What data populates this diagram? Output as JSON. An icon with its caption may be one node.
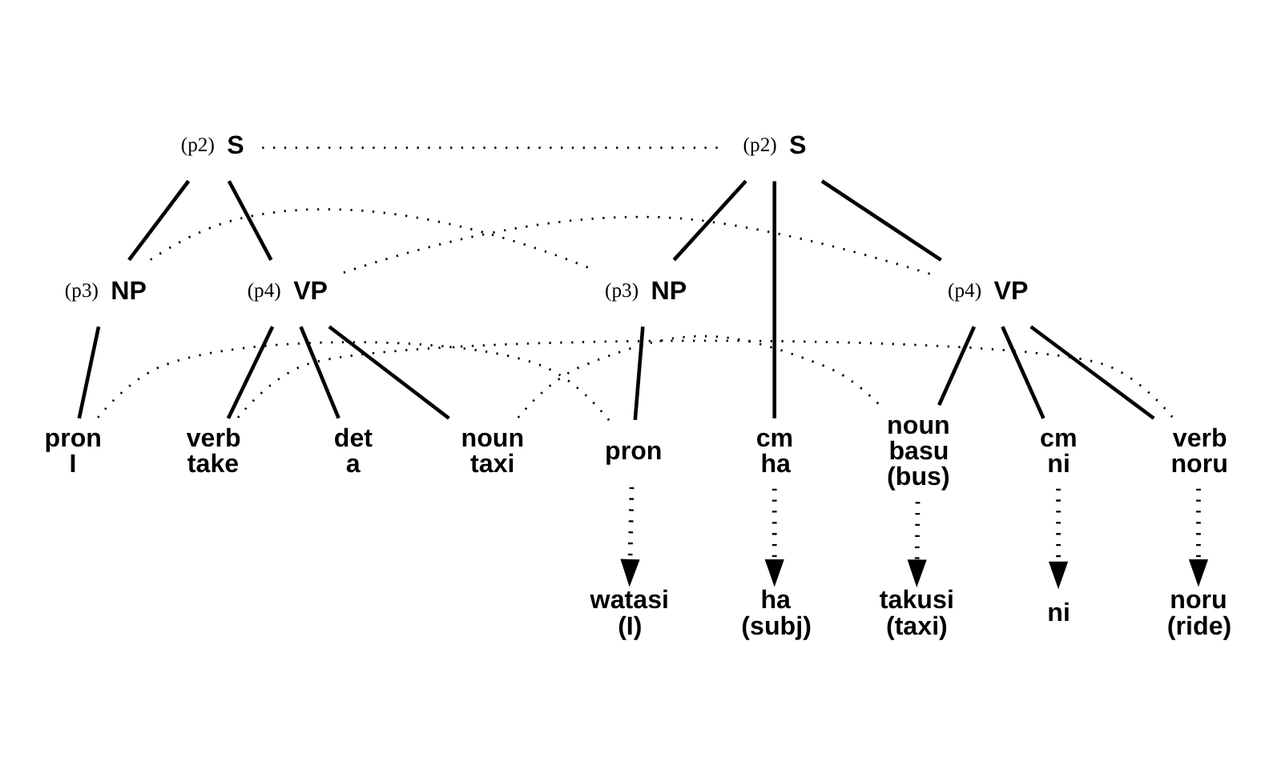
{
  "diagram": {
    "nodes": [
      {
        "text": [
          "S"
        ],
        "beside": [
          "(p2)"
        ]
      },
      {
        "text": [
          "NP"
        ],
        "beside": [
          "(p3)"
        ]
      },
      {
        "text": [
          "VP"
        ],
        "beside": [
          "(p4)"
        ]
      },
      {
        "text": [
          "pron",
          "I"
        ]
      },
      {
        "text": [
          "verb",
          "take"
        ]
      },
      {
        "text": [
          "det",
          "a"
        ]
      },
      {
        "text": [
          "noun",
          "taxi"
        ]
      },
      {
        "text": [
          "S"
        ],
        "beside": [
          "(p2)"
        ]
      },
      {
        "text": [
          "NP"
        ],
        "beside": [
          "(p3)"
        ]
      },
      {
        "text": [
          "VP"
        ],
        "beside": [
          "(p4)"
        ]
      },
      {
        "text": [
          "pron"
        ]
      },
      {
        "text": [
          "cm",
          "ha"
        ]
      },
      {
        "text": [
          "noun",
          "basu",
          "(bus)"
        ]
      },
      {
        "text": [
          "cm",
          "ni"
        ]
      },
      {
        "text": [
          "verb",
          "noru"
        ]
      },
      {
        "text": [
          "watasi",
          "(I)"
        ]
      },
      {
        "text": [
          "ha",
          "(subj)"
        ]
      },
      {
        "text": [
          "takusi",
          "(taxi)"
        ]
      },
      {
        "text": [
          "ni"
        ]
      },
      {
        "text": [
          "noru",
          "(ride)"
        ]
      }
    ],
    "edges": [
      {
        "from": 0,
        "to": 1,
        "arrow": "none"
      },
      {
        "from": 0,
        "to": 2,
        "arrow": "none"
      },
      {
        "from": 1,
        "to": 3,
        "arrow": "none"
      },
      {
        "from": 2,
        "to": 4,
        "arrow": "none"
      },
      {
        "from": 2,
        "to": 5,
        "arrow": "none"
      },
      {
        "from": 2,
        "to": 6,
        "arrow": "none"
      },
      {
        "from": 7,
        "to": 8,
        "arrow": "none"
      },
      {
        "from": 7,
        "to": 11,
        "arrow": "none"
      },
      {
        "from": 7,
        "to": 9,
        "arrow": "none"
      },
      {
        "from": 8,
        "to": 10,
        "arrow": "none"
      },
      {
        "from": 9,
        "to": 12,
        "arrow": "none"
      },
      {
        "from": 9,
        "to": 13,
        "arrow": "none"
      },
      {
        "from": 9,
        "to": 14,
        "arrow": "none"
      },
      {
        "from": 0,
        "to": 7,
        "arrow": "none",
        "style": "dashed"
      },
      {
        "from": 1,
        "to": 8,
        "arrow": "none",
        "style": "dashed"
      },
      {
        "from": 2,
        "to": 9,
        "arrow": "none",
        "style": "dashed"
      },
      {
        "from": 3,
        "to": 10,
        "arrow": "none",
        "style": "dashed"
      },
      {
        "from": 4,
        "to": 14,
        "arrow": "none",
        "style": "dashed"
      },
      {
        "from": 6,
        "to": 12,
        "arrow": "none",
        "style": "dashed"
      },
      {
        "from": 10,
        "to": 15,
        "arrow": "to",
        "style": "dashed"
      },
      {
        "from": 11,
        "to": 16,
        "arrow": "to",
        "style": "dashed"
      },
      {
        "from": 12,
        "to": 17,
        "arrow": "to",
        "style": "dashed"
      },
      {
        "from": 13,
        "to": 18,
        "arrow": "to",
        "style": "dashed"
      },
      {
        "from": 14,
        "to": 19,
        "arrow": "to",
        "style": "dashed"
      }
    ]
  }
}
